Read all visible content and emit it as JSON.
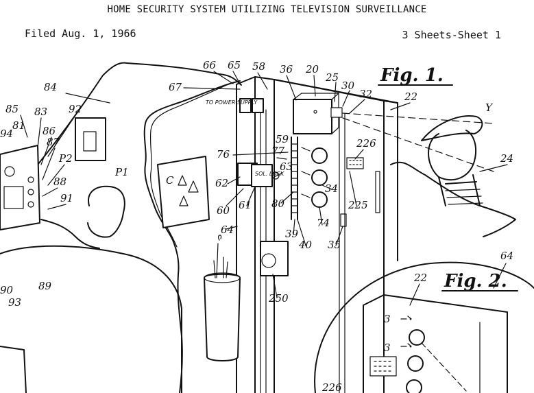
{
  "header": {
    "title": "HOME SECURITY SYSTEM UTILIZING TELEVISION SURVEILLANCE",
    "filed": "Filed Aug. 1, 1966",
    "sheets": "3 Sheets-Sheet 1"
  },
  "figures": {
    "fig1": "Fig. 1.",
    "fig2": "Fig. 2."
  },
  "labels": {
    "to_power_supply": "TO POWER SUPPLY",
    "sol_lock": "SOL. LOCK"
  },
  "refs": {
    "r66": "66",
    "r65": "65",
    "r58": "58",
    "r36": "36",
    "r20": "20",
    "r25": "25",
    "r30": "30",
    "r32": "32",
    "r22a": "22",
    "rY": "Y",
    "r67": "67",
    "r84": "84",
    "r85": "85",
    "r83": "83",
    "r92": "92",
    "r94": "94",
    "r81": "81",
    "r86": "86",
    "r87": "87",
    "rP2": "P2",
    "r88": "88",
    "r91": "91",
    "rP1": "P1",
    "rC": "C",
    "r59": "59",
    "r76": "76",
    "r77": "77",
    "r63": "63",
    "r62": "62",
    "r60": "60",
    "r61": "61",
    "r80": "80",
    "r226a": "226",
    "r225": "225",
    "r34": "34",
    "r74": "74",
    "r39": "39",
    "r40": "40",
    "r35": "35",
    "r24": "24",
    "r64a": "64",
    "r64b": "64",
    "r250": "250",
    "r90": "90",
    "r93": "93",
    "r89": "89",
    "r22b": "22",
    "r3a": "3",
    "r3b": "3",
    "r226b": "226"
  }
}
